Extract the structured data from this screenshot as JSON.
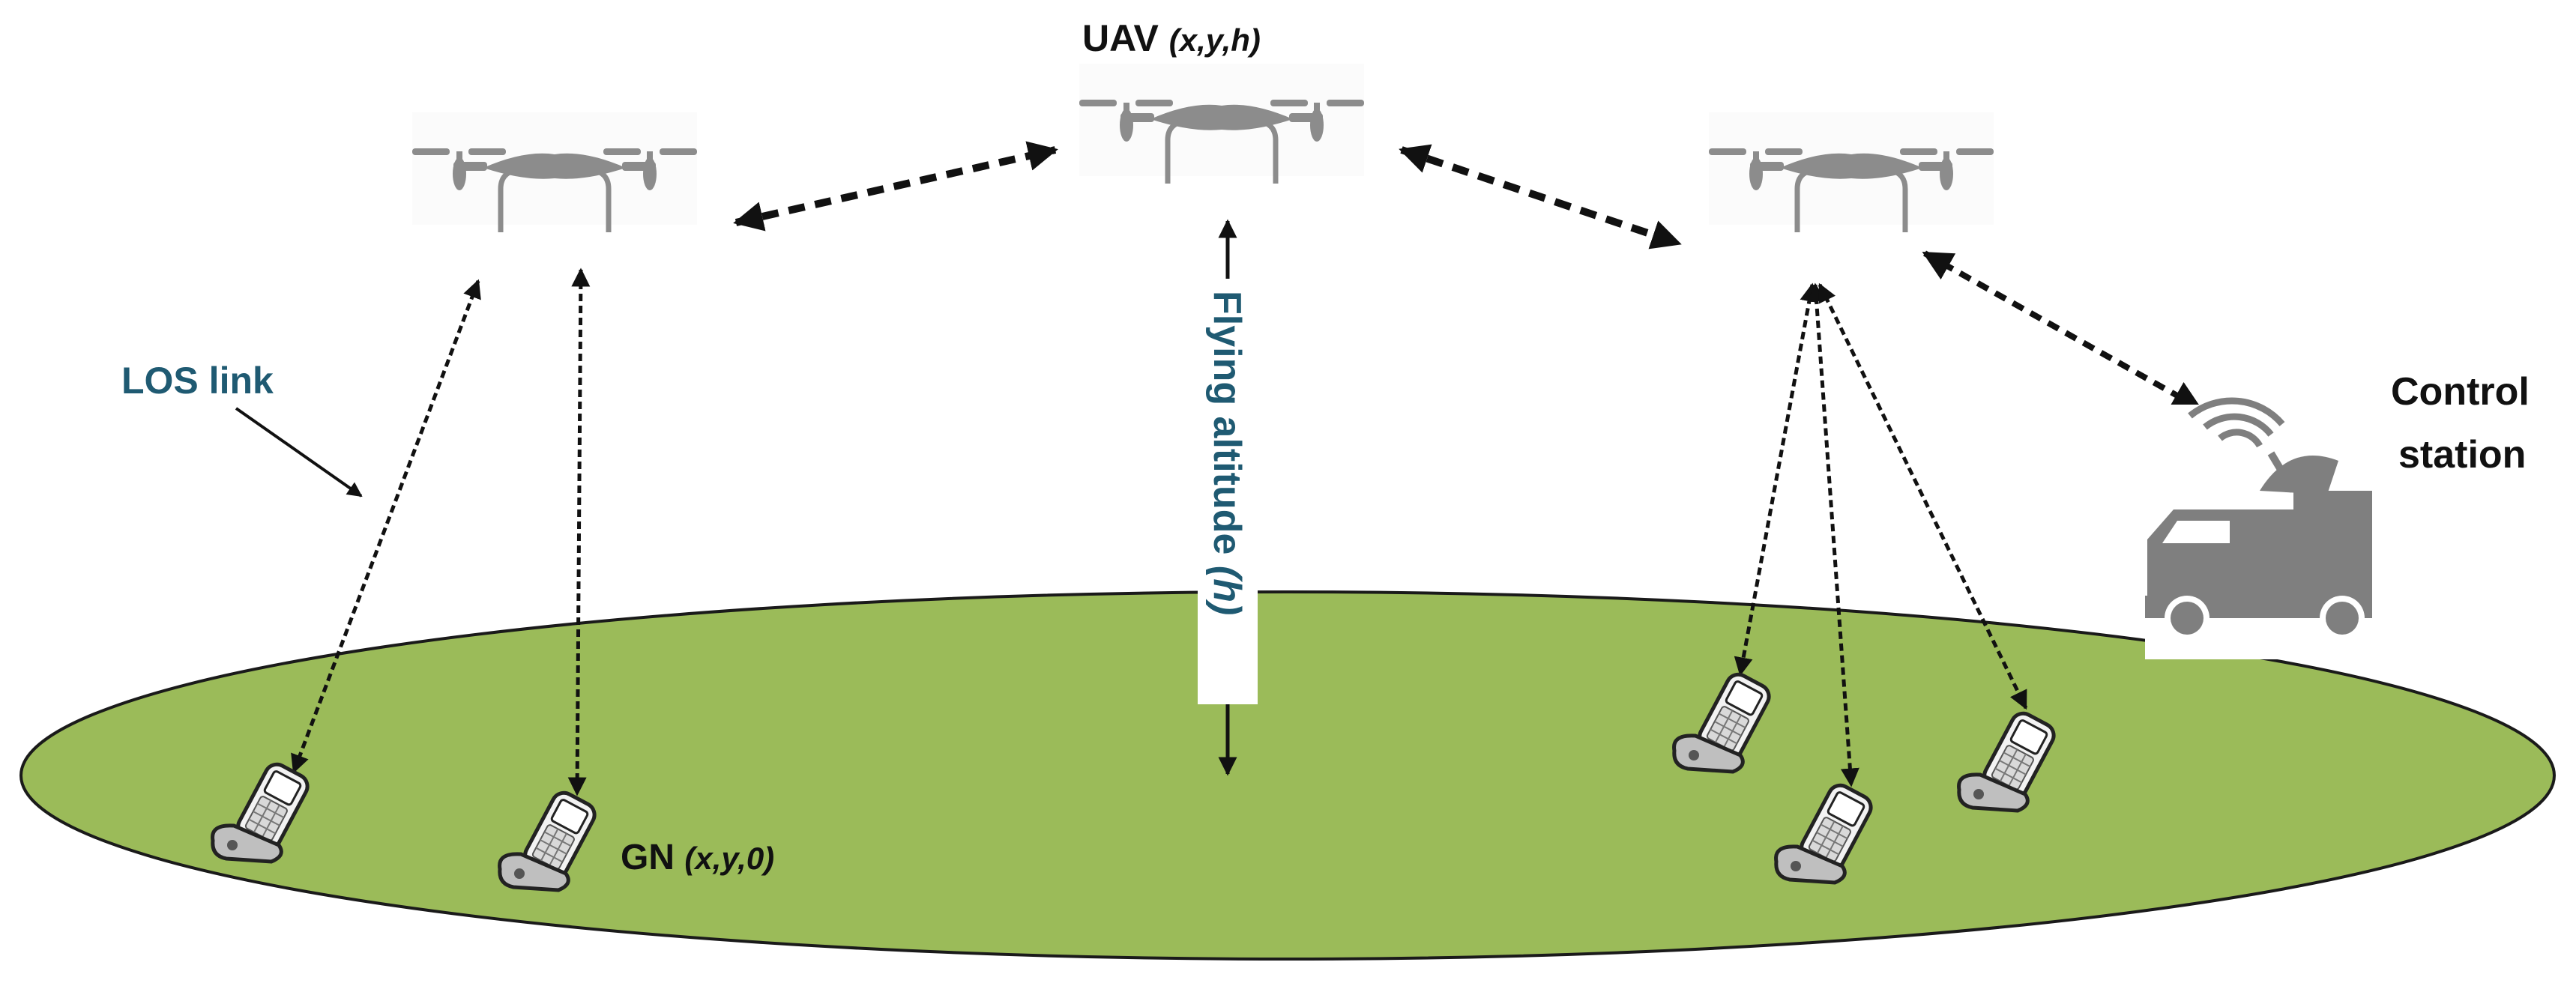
{
  "labels": {
    "uav_prefix": "UAV",
    "uav_coords": "(x,y,h)",
    "los_link": "LOS link",
    "flying_altitude_prefix": "Flying altitude",
    "flying_altitude_var": "(h)",
    "control_line1": "Control",
    "control_line2": "station",
    "gn_prefix": "GN",
    "gn_coords": "(x,y,0)"
  },
  "colors": {
    "ground": "#9bbb59",
    "ground_outline": "#1a1a1a",
    "uav": "#8c8c8c",
    "truck": "#7f7f7f",
    "link": "#111111",
    "label_teal": "#1f5a72",
    "label_dark": "#111111"
  },
  "icons": {
    "uav": "quadcopter-drone-icon",
    "ground_node": "mobile-phone-icon",
    "control_station": "satellite-truck-icon"
  }
}
